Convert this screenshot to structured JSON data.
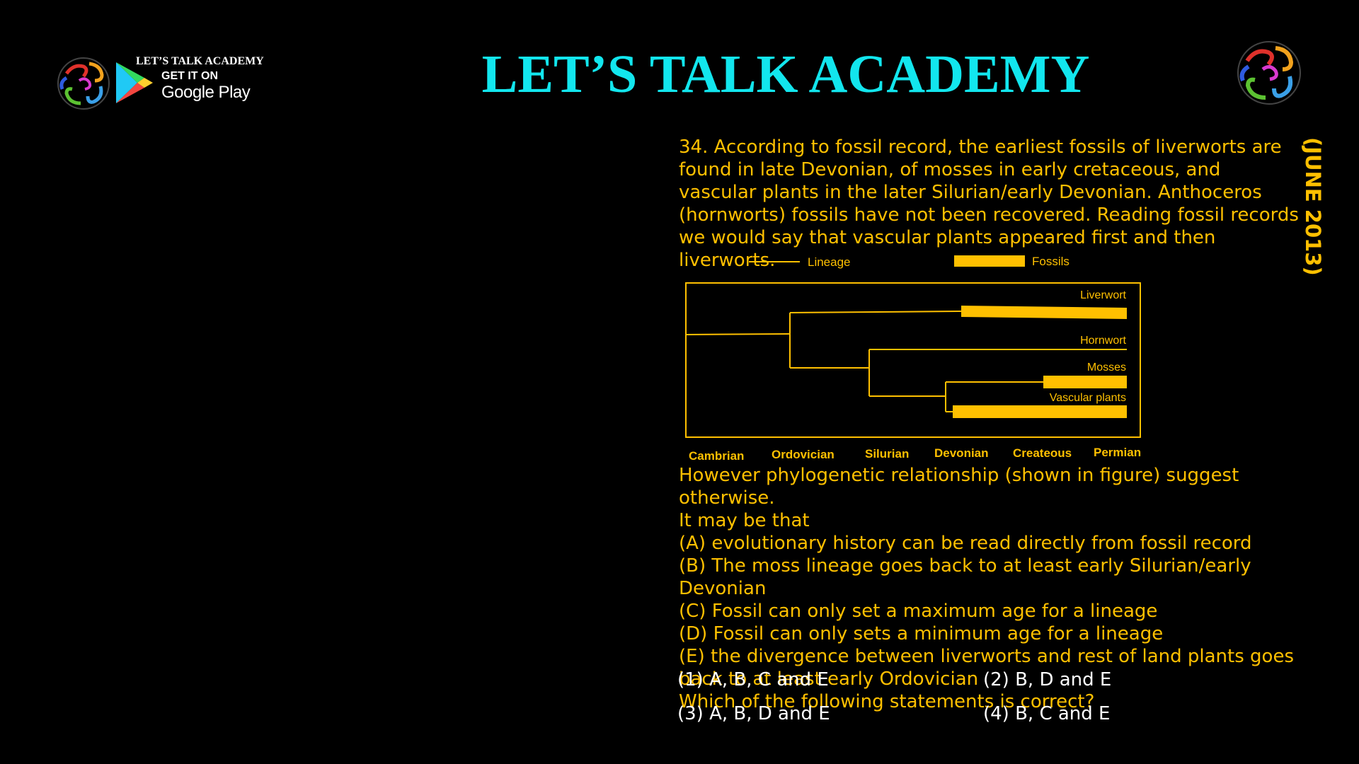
{
  "header": {
    "title": "LET’S TALK ACADEMY",
    "badge": {
      "brand": "LET’S TALK ACADEMY",
      "get_it_on": "GET IT ON",
      "store": "Google Play"
    },
    "side_label": "(JUNE 2013)"
  },
  "question": {
    "number_text": "34. According to fossil record, the earliest fossils of liverworts are found in late Devonian, of mosses in early cretaceous, and vascular plants in the later Silurian/early Devonian. Anthoceros (hornworts) fossils have not been recovered. Reading fossil records we would say that vascular plants appeared first and then liverworts.",
    "after_figure": "However phylogenetic relationship (shown in figure) suggest otherwise.",
    "lead": "It may be that",
    "statements": [
      "(A) evolutionary history can be read directly from fossil record",
      "(B) The moss lineage goes back to at least early Silurian/early Devonian",
      "(C) Fossil can only set a maximum age for a lineage",
      "(D) Fossil can only sets a minimum age for a lineage",
      "(E) the divergence between liverworts and rest of land plants goes back to at least early Ordovician"
    ],
    "prompt": "Which of the following statements is correct?",
    "options": [
      "(1) A, B, C and E",
      "(2) B, D and E",
      "(3) A, B, D and E",
      "(4) B, C and E"
    ]
  },
  "figure": {
    "legend": {
      "lineage": "Lineage",
      "fossils": "Fossils"
    },
    "taxa": [
      "Liverwort",
      "Hornwort",
      "Mosses",
      "Vascular plants"
    ],
    "periods": [
      "Cambrian",
      "Ordovician",
      "Silurian",
      "Devonian",
      "Createous",
      "Permian"
    ],
    "colors": {
      "line": "#ffc000",
      "fill": "#ffc000"
    }
  }
}
